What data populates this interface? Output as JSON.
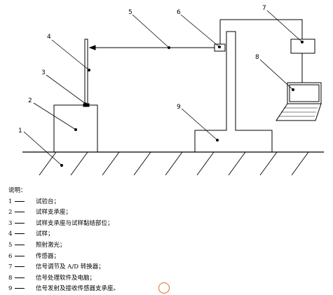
{
  "callouts": [
    "1",
    "2",
    "3",
    "4",
    "5",
    "6",
    "7",
    "8",
    "9"
  ],
  "legend": {
    "title": "说明：",
    "items": [
      {
        "num": "1",
        "text": "试验台；"
      },
      {
        "num": "2",
        "text": "试样支承座；"
      },
      {
        "num": "3",
        "text": "试样支承座与试样黏结部位；"
      },
      {
        "num": "4",
        "text": "试样；"
      },
      {
        "num": "5",
        "text": "照射激光；"
      },
      {
        "num": "6",
        "text": "传感器；"
      },
      {
        "num": "7",
        "text": "信号调节及 A/D 转换器；"
      },
      {
        "num": "8",
        "text": "信号处理软件及电脑；"
      },
      {
        "num": "9",
        "text": "信号发射及接收传感器支承座。"
      }
    ]
  },
  "colors": {
    "line": "#000000",
    "bubble": "#e06a2c"
  }
}
